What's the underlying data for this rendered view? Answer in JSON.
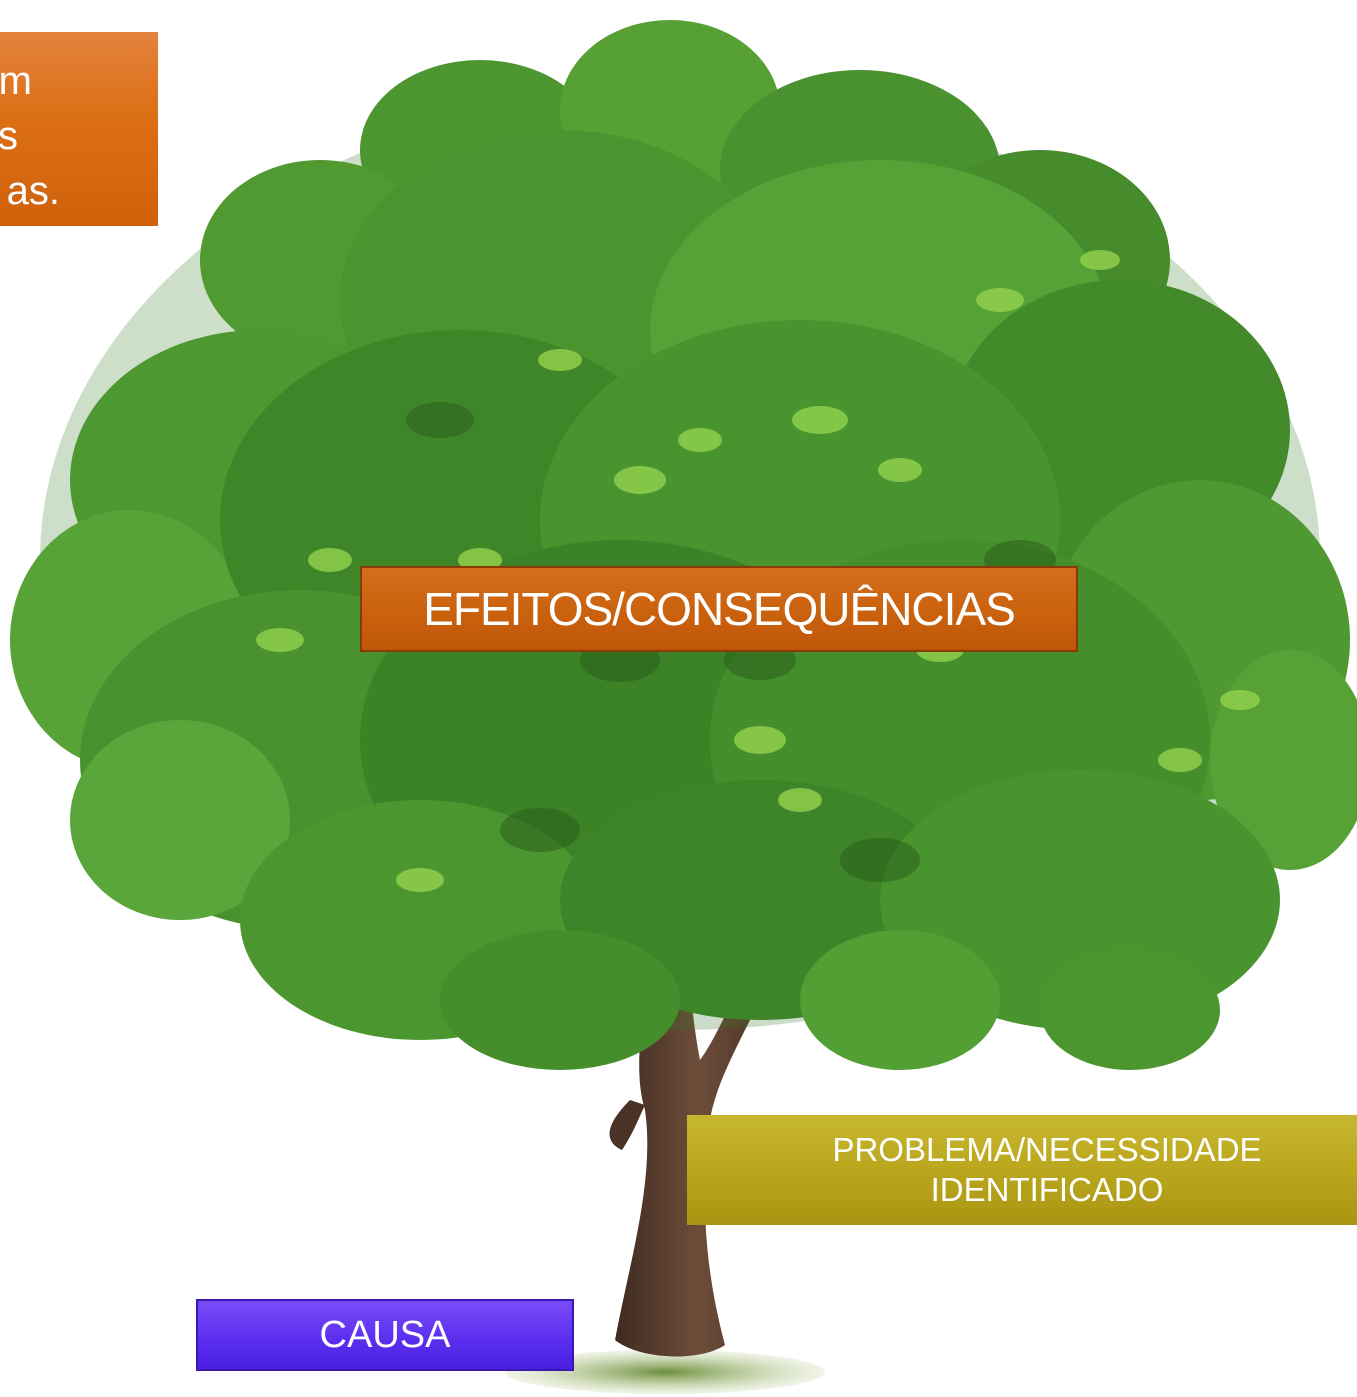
{
  "callout": {
    "lines": [
      "m",
      "s",
      "as."
    ]
  },
  "effects": {
    "label": "EFEITOS/CONSEQUÊNCIAS"
  },
  "problem": {
    "line1": "PROBLEMA/NECESSIDADE",
    "line2": "IDENTIFICADO"
  },
  "cause": {
    "label": "CAUSA"
  },
  "colors": {
    "effects_box": "#c9600c",
    "problem_box": "#b9a51c",
    "cause_box": "#5c2ff0",
    "callout_box": "#dc6f15",
    "foliage": "#4f9a2f",
    "trunk": "#5a3c2c"
  }
}
